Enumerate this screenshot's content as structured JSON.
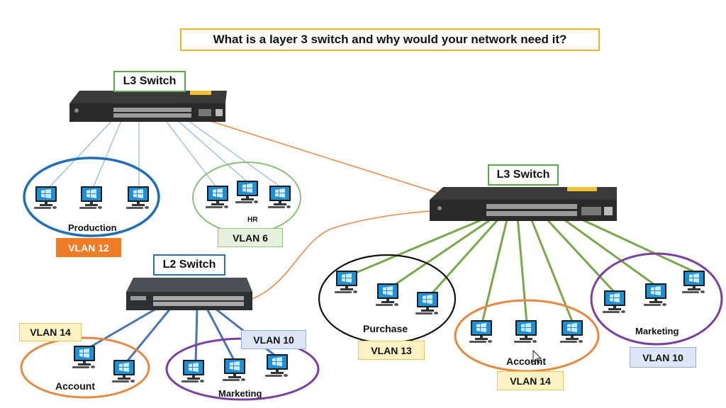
{
  "title": "What is a layer 3 switch and why would your network need it?",
  "switches": {
    "l3_left": "L3 Switch",
    "l3_right": "L3 Switch",
    "l2": "L2 Switch"
  },
  "groups": {
    "production": {
      "name": "Production",
      "vlan": "VLAN 12"
    },
    "hr": {
      "name": "HR",
      "vlan": "VLAN 6"
    },
    "purchase": {
      "name": "Purchase",
      "vlan": "VLAN 13"
    },
    "account_right": {
      "name": "Account",
      "vlan": "VLAN 14"
    },
    "marketing_right": {
      "name": "Marketing",
      "vlan": "VLAN 10"
    },
    "account_left": {
      "name": "Account",
      "vlan": "VLAN 14"
    },
    "marketing_left": {
      "name": "Marketing",
      "vlan": "VLAN 10"
    }
  },
  "colors": {
    "title_border": "#f2b323",
    "l3_label_border": "#5aa84a",
    "l2_label_border": "#2e6fb5",
    "production_ring": "#1f6fb8",
    "hr_ring": "#8cc07a",
    "purchase_ring": "#111111",
    "account_ring": "#e8873f",
    "marketing_ring": "#7a3fa0",
    "trunk_link": "#ef8a4a",
    "green_link": "#79a84a",
    "blue_link": "#4a74b8",
    "light_blue_link": "#9ab8e0"
  }
}
